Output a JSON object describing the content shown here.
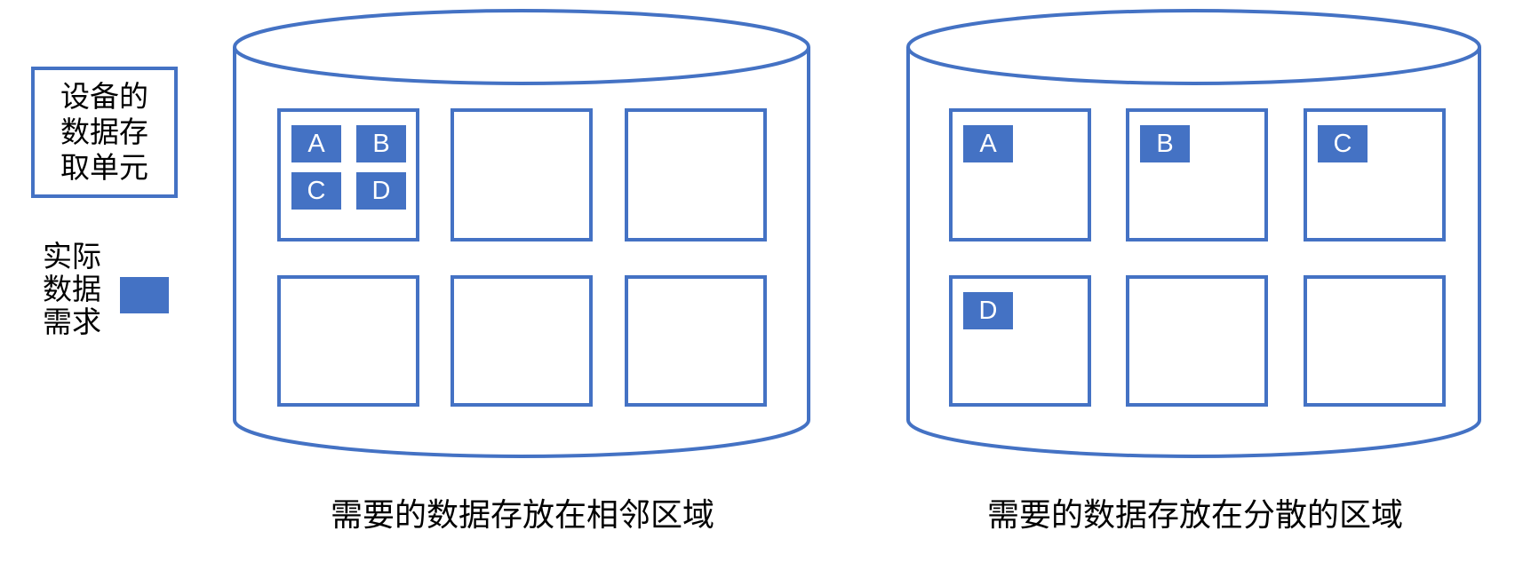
{
  "colors": {
    "accent": "#4472C4",
    "text": "#000000",
    "chip_text": "#FFFFFF",
    "background": "#FFFFFF"
  },
  "legend": {
    "device_unit_label": "设备的\n数据存\n取单元",
    "actual_demand_label": "实际\n数据\n需求",
    "swatch_icon": "data-demand-swatch"
  },
  "disks": [
    {
      "id": "left",
      "caption": "需要的数据存放在相邻区域",
      "cells": [
        {
          "units": [
            "A",
            "B",
            "C",
            "D"
          ]
        },
        {
          "units": []
        },
        {
          "units": []
        },
        {
          "units": []
        },
        {
          "units": []
        },
        {
          "units": []
        }
      ]
    },
    {
      "id": "right",
      "caption": "需要的数据存放在分散的区域",
      "cells": [
        {
          "units": [
            "A"
          ]
        },
        {
          "units": [
            "B"
          ]
        },
        {
          "units": [
            "C"
          ]
        },
        {
          "units": [
            "D"
          ]
        },
        {
          "units": []
        },
        {
          "units": []
        }
      ]
    }
  ]
}
